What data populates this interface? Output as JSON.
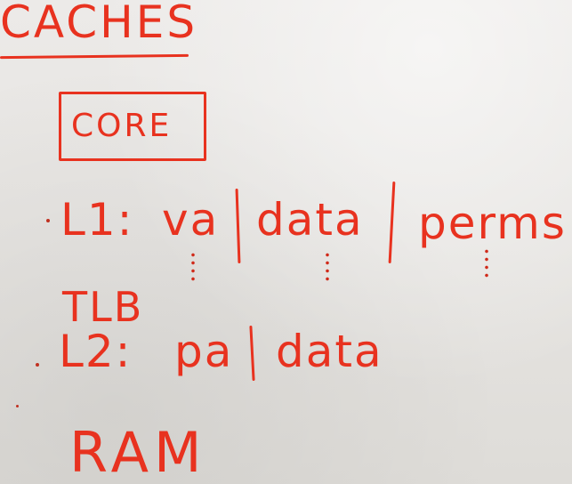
{
  "title": "CACHES",
  "core": {
    "label": "CORE"
  },
  "l1": {
    "key": "L1:",
    "va": "va",
    "data": "data",
    "perms": "perms"
  },
  "tlb": "TLB",
  "l2": {
    "key": "L2:",
    "pa": "pa",
    "data": "data"
  },
  "ram": "RAM",
  "colors": {
    "ink": "#e8321f",
    "board": "#e6e4e1"
  }
}
